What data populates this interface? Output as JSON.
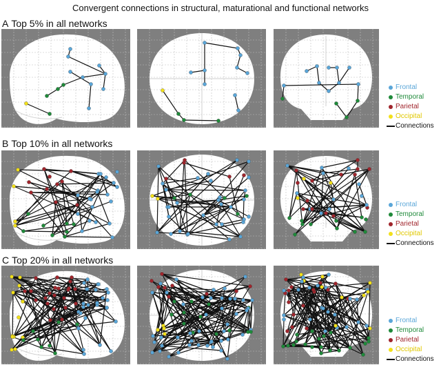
{
  "title": "Convergent connections in structural, maturational and functional networks",
  "colors": {
    "frontal": "#5aa6d8",
    "temporal": "#1f8a3a",
    "parietal": "#a0252c",
    "occipital": "#f2e01a",
    "connections": "#111111",
    "background": "#7f7f7f",
    "brain": "#ffffff",
    "grid": "#bdbdbd"
  },
  "legend": [
    {
      "label": "Frontal",
      "color": "#5aa6d8",
      "kind": "dot"
    },
    {
      "label": "Temporal",
      "color": "#1f8a3a",
      "kind": "dot"
    },
    {
      "label": "Parietal",
      "color": "#a0252c",
      "kind": "dot"
    },
    {
      "label": "Occipital",
      "color": "#f2e01a",
      "kind": "dot"
    },
    {
      "label": "Connections",
      "color": "#111111",
      "kind": "line"
    }
  ],
  "panels": [
    {
      "letter": "A",
      "label": "Top 5% in all networks",
      "threshold_percent": 5
    },
    {
      "letter": "B",
      "label": "Top 10% in all networks",
      "threshold_percent": 10
    },
    {
      "letter": "C",
      "label": "Top 20% in all networks",
      "threshold_percent": 20
    }
  ]
}
